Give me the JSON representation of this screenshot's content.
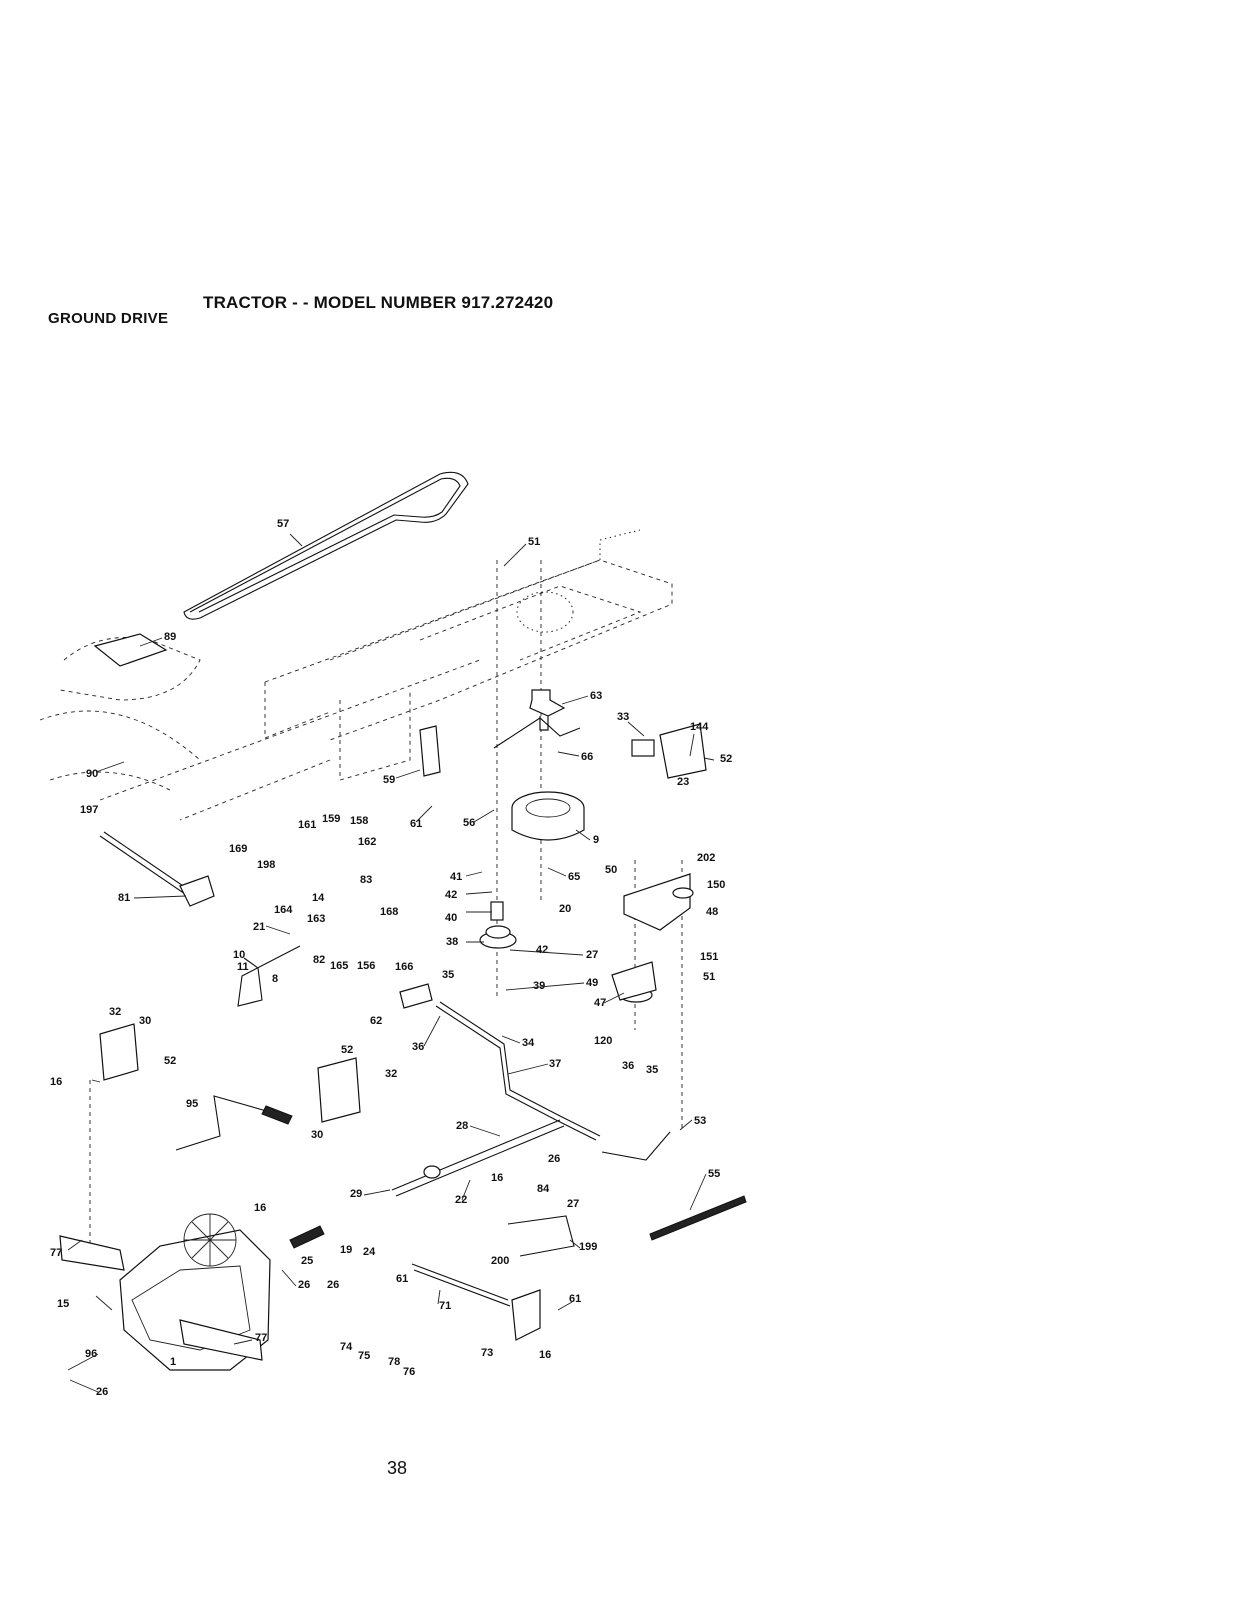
{
  "header": {
    "title": "TRACTOR - - MODEL NUMBER 917.272420",
    "section": "GROUND DRIVE"
  },
  "callouts": [
    "57",
    "51",
    "89",
    "63",
    "33",
    "144",
    "66",
    "52",
    "90",
    "59",
    "23",
    "197",
    "161",
    "159",
    "158",
    "61",
    "56",
    "9",
    "162",
    "169",
    "198",
    "83",
    "65",
    "50",
    "202",
    "41",
    "150",
    "81",
    "42",
    "20",
    "48",
    "14",
    "164",
    "163",
    "168",
    "40",
    "21",
    "38",
    "42",
    "27",
    "151",
    "51",
    "10",
    "11",
    "82",
    "165",
    "156",
    "166",
    "39",
    "49",
    "47",
    "35",
    "8",
    "62",
    "32",
    "30",
    "52",
    "120",
    "36",
    "34",
    "16",
    "37",
    "36",
    "35",
    "52",
    "32",
    "95",
    "30",
    "53",
    "28",
    "26",
    "55",
    "29",
    "22",
    "16",
    "84",
    "27",
    "16",
    "77",
    "25",
    "19",
    "24",
    "200",
    "199",
    "26",
    "26",
    "61",
    "15",
    "71",
    "61",
    "77",
    "74",
    "75",
    "78",
    "73",
    "16",
    "96",
    "1",
    "76",
    "26"
  ],
  "footer": {
    "page_number": "38"
  }
}
